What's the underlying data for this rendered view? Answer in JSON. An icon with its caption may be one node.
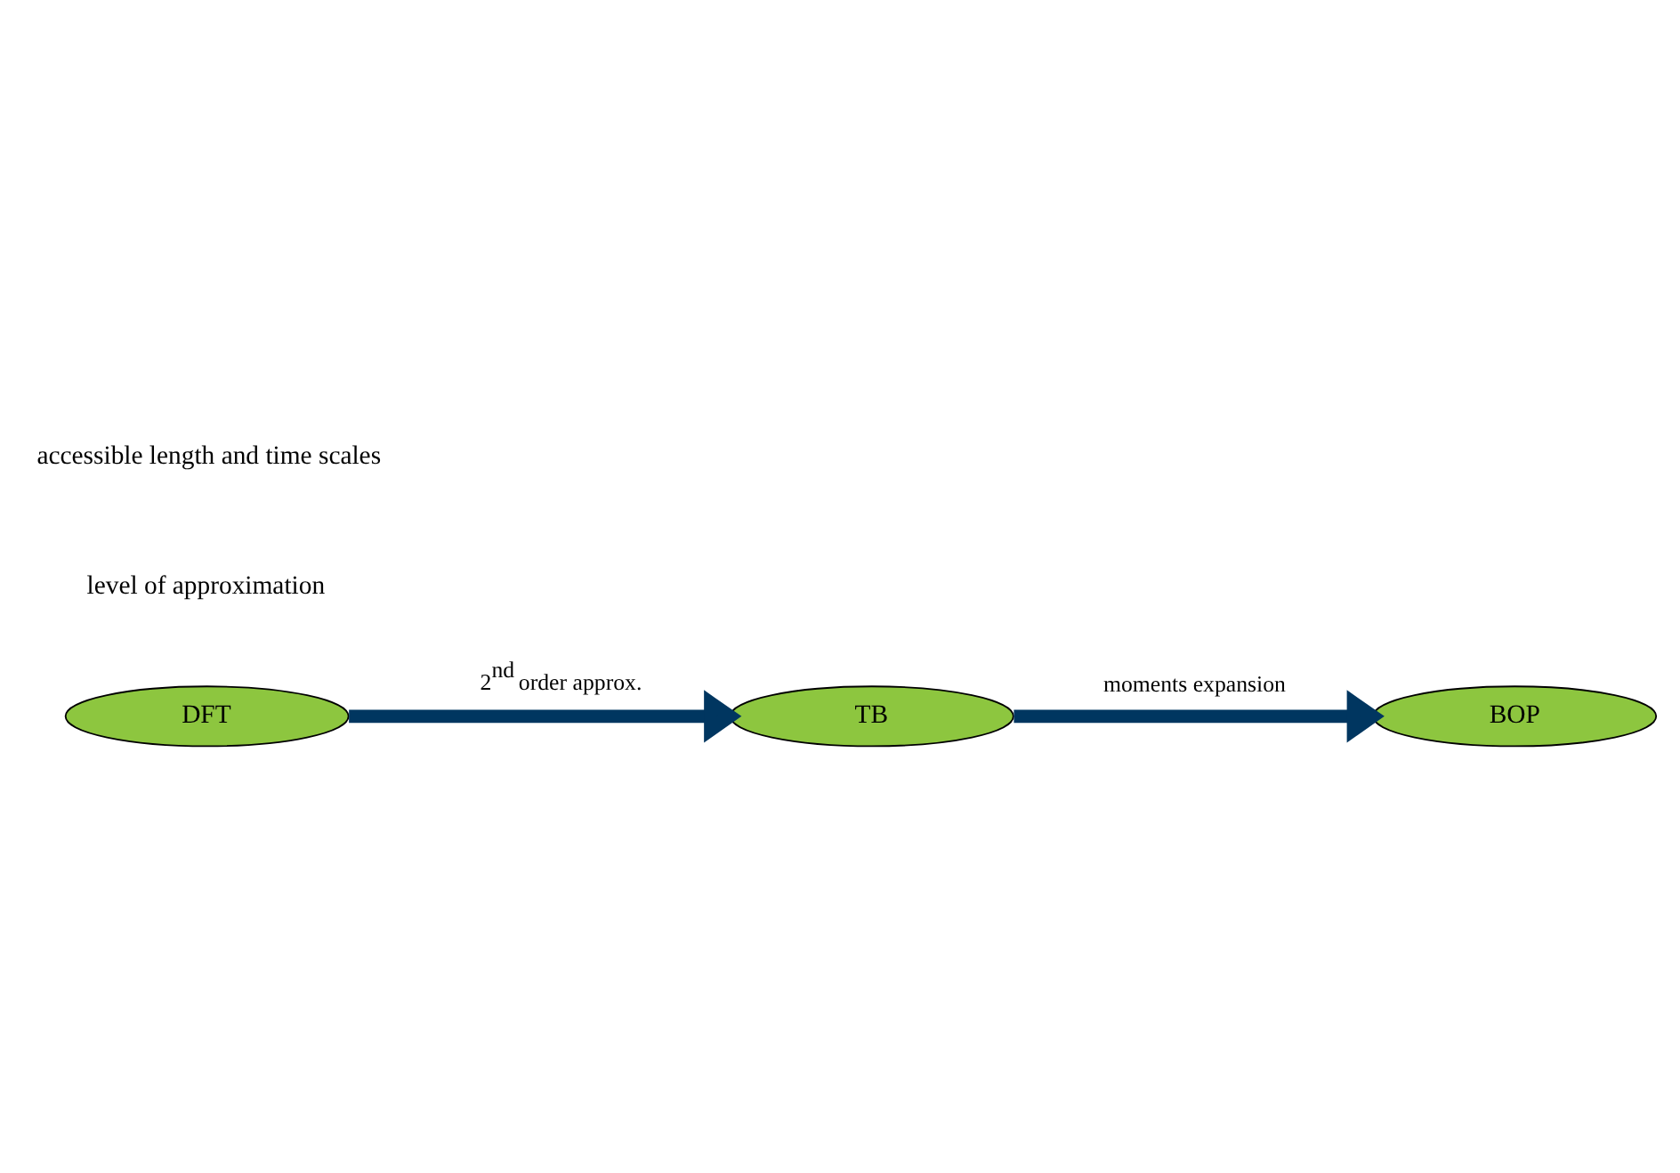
{
  "diagram": {
    "nodes": [
      {
        "text": [
          "DFT"
        ]
      },
      {
        "text": [
          "TB"
        ]
      },
      {
        "text": [
          "BOP"
        ]
      }
    ],
    "edges": [
      {
        "from": 0,
        "to": 1,
        "arrow": "to",
        "label": "2$^{nd}$ order approx."
      },
      {
        "from": 1,
        "to": 2,
        "arrow": "to",
        "label": "moments expansion"
      }
    ],
    "labels": [
      "level of approximation",
      "accessible length and time scales"
    ]
  }
}
